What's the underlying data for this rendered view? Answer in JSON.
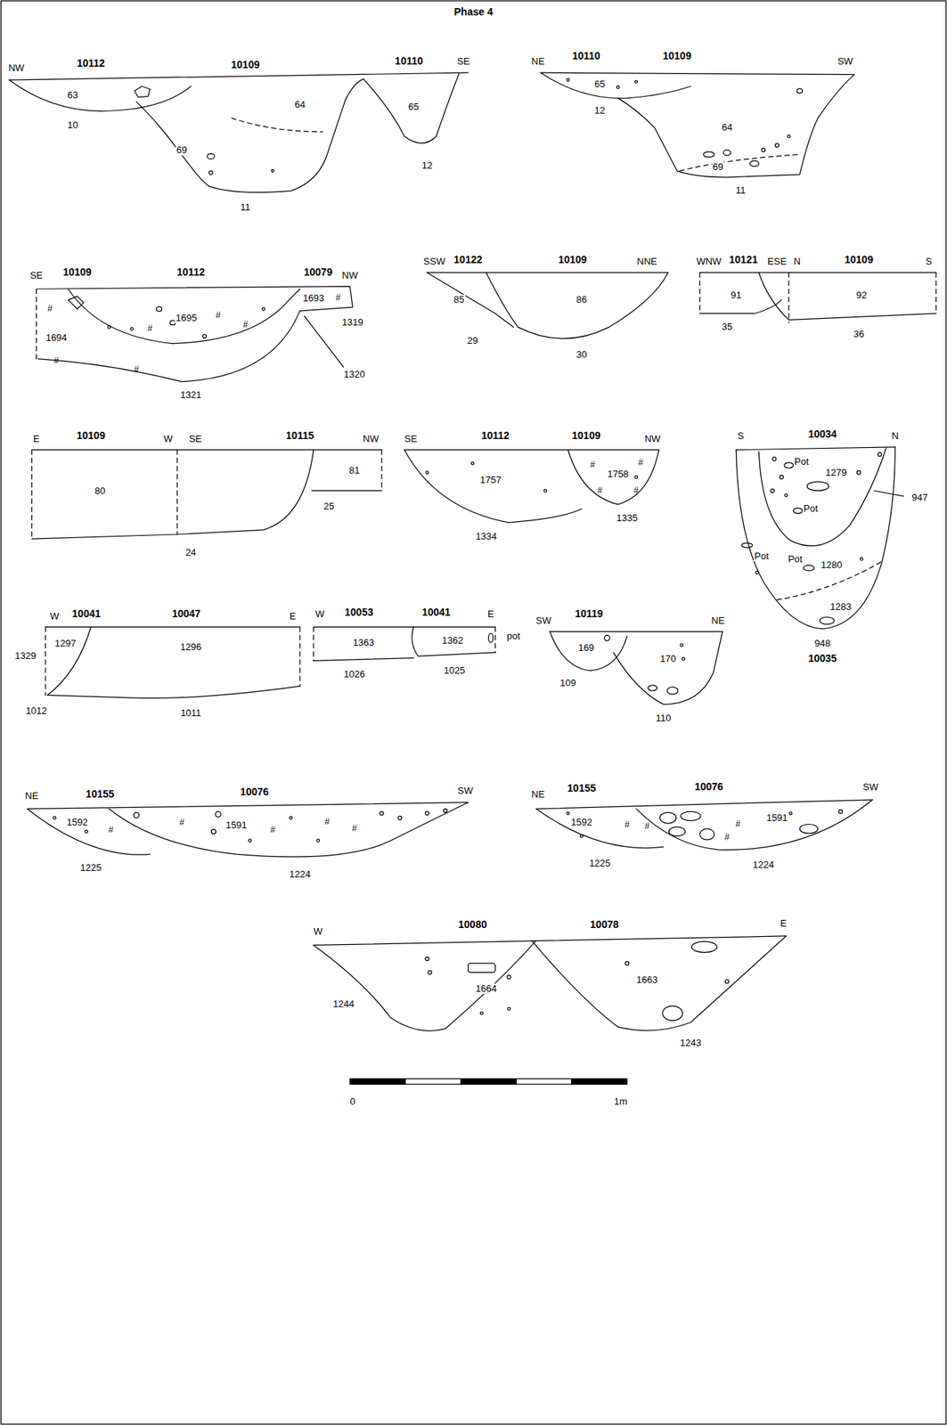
{
  "diagram": {
    "title": "Phase 4",
    "labels": [
      "NW",
      "10112",
      "10109",
      "10110",
      "SE",
      "63",
      "10",
      "64",
      "69",
      "65",
      "12",
      "11",
      "NE",
      "10110",
      "10109",
      "SW",
      "65",
      "12",
      "64",
      "69",
      "11",
      "SE",
      "10109",
      "10112",
      "10079",
      "NW",
      "1694",
      "#",
      "#",
      "1695",
      "#",
      "#",
      "#",
      "1693",
      "#",
      "1320",
      "1319",
      "1321",
      "#",
      "SSW",
      "10122",
      "10109",
      "NNE",
      "85",
      "86",
      "29",
      "30",
      "WNW",
      "10121",
      "ESE",
      "N",
      "10109",
      "S",
      "91",
      "92",
      "35",
      "36",
      "E",
      "10109",
      "W",
      "SE",
      "10115",
      "NW",
      "80",
      "81",
      "24",
      "25",
      "SE",
      "10112",
      "10109",
      "NW",
      "1757",
      "1758",
      "#",
      "#",
      "#",
      "#",
      "1334",
      "1335",
      "S",
      "10034",
      "N",
      "1279",
      "Pot",
      "Pot",
      "947",
      "1280",
      "Pot",
      "Pot",
      "1283",
      "948",
      "10035",
      "W",
      "10041",
      "10047",
      "E",
      "1329",
      "1297",
      "1296",
      "1012",
      "1011",
      "W",
      "10053",
      "10041",
      "E",
      "1363",
      "1362",
      "pot",
      "1026",
      "1025",
      "SW",
      "10119",
      "NE",
      "169",
      "170",
      "109",
      "110",
      "NE",
      "10155",
      "10076",
      "SW",
      "1592",
      "#",
      "1591",
      "#",
      "#",
      "#",
      "#",
      "1225",
      "1224",
      "NE",
      "10155",
      "10076",
      "SW",
      "1592",
      "#",
      "#",
      "1591",
      "#",
      "#",
      "1225",
      "1224",
      "W",
      "10080",
      "10078",
      "E",
      "1664",
      "1663",
      "1244",
      "1243",
      "0",
      "1m"
    ]
  }
}
